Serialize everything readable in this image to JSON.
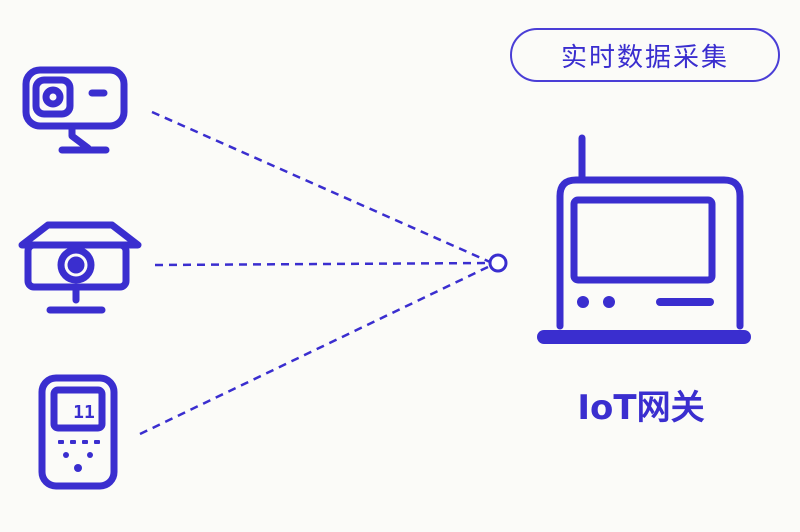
{
  "badge": {
    "label": "实时数据采集"
  },
  "gateway": {
    "label": "IoT网关"
  },
  "devices": [
    {
      "name": "projector-camera",
      "icon": "projector-camera-icon"
    },
    {
      "name": "surveillance-camera",
      "icon": "surveillance-camera-icon"
    },
    {
      "name": "handheld-meter",
      "icon": "handheld-meter-icon",
      "display": "11"
    }
  ],
  "colors": {
    "accent": "#3a2ecf",
    "background": "#fbfbf8"
  }
}
